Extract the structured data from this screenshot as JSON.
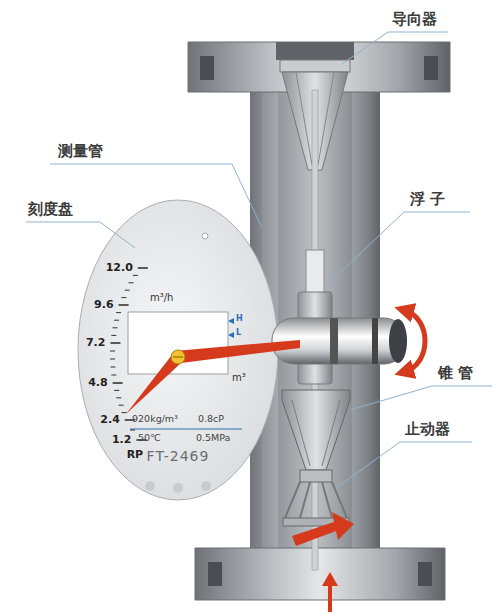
{
  "diagram": {
    "labels": [
      "导向器",
      "测量管",
      "浮 子",
      "刻度盘",
      "锥 管",
      "止动器",
      "12.0",
      "9.6",
      "7.2",
      "4.8",
      "2.4",
      "1.2",
      "RP",
      "m³/h",
      "H",
      "L",
      "m³",
      "920kg/m³",
      "0.8cP",
      "50℃",
      "0.5MPa",
      "FT-2469"
    ]
  }
}
